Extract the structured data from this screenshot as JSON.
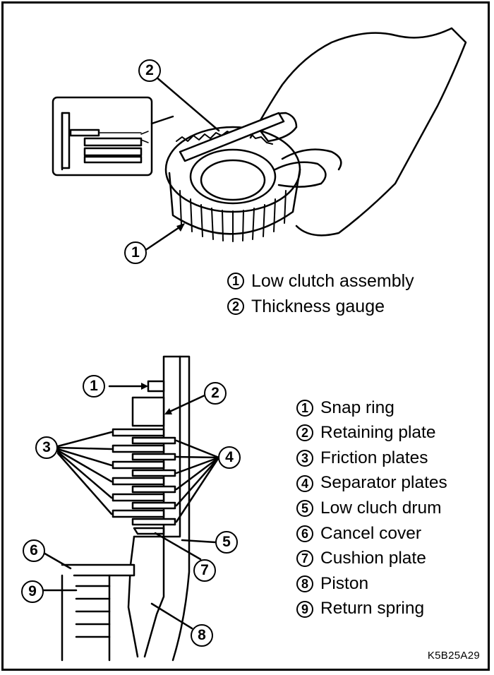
{
  "top_legend": [
    {
      "num": "1",
      "label": "Low clutch assembly"
    },
    {
      "num": "2",
      "label": "Thickness gauge"
    }
  ],
  "bottom_legend": [
    {
      "num": "1",
      "label": "Snap ring"
    },
    {
      "num": "2",
      "label": "Retaining plate"
    },
    {
      "num": "3",
      "label": "Friction plates"
    },
    {
      "num": "4",
      "label": "Separator plates"
    },
    {
      "num": "5",
      "label": "Low cluch drum"
    },
    {
      "num": "6",
      "label": "Cancel cover"
    },
    {
      "num": "7",
      "label": "Cushion plate"
    },
    {
      "num": "8",
      "label": "Piston"
    },
    {
      "num": "9",
      "label": "Return spring"
    }
  ],
  "callouts": {
    "top_1": "1",
    "top_2": "2",
    "b_1": "1",
    "b_2": "2",
    "b_3": "3",
    "b_4": "4",
    "b_5": "5",
    "b_6": "6",
    "b_7": "7",
    "b_8": "8",
    "b_9": "9"
  },
  "figure_code": "K5B25A29"
}
